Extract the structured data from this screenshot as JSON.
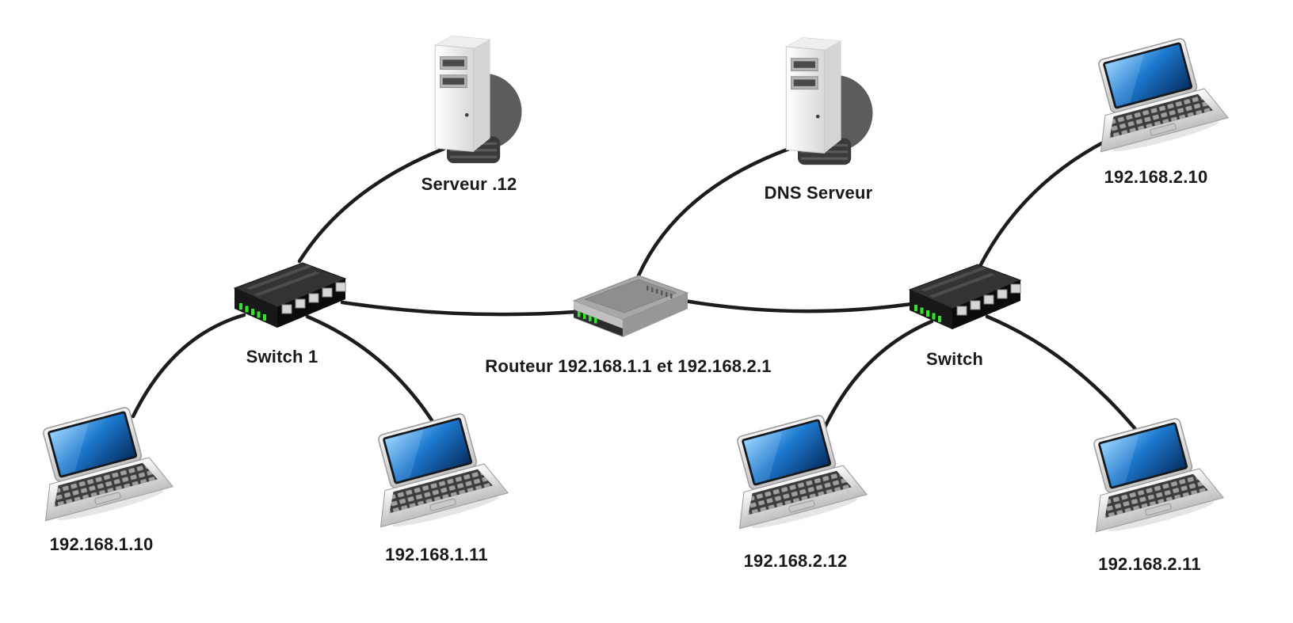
{
  "diagram": {
    "nodes": {
      "serveur12": {
        "label": "Serveur .12",
        "type": "server"
      },
      "dns": {
        "label": "DNS Serveur",
        "type": "server"
      },
      "switch1": {
        "label": "Switch 1",
        "type": "switch"
      },
      "routeur": {
        "label": "Routeur 192.168.1.1 et 192.168.2.1",
        "type": "router"
      },
      "switch2": {
        "label": "Switch",
        "type": "switch"
      },
      "pc_1_10": {
        "label": "192.168.1.10",
        "type": "laptop"
      },
      "pc_1_11": {
        "label": "192.168.1.11",
        "type": "laptop"
      },
      "pc_2_10": {
        "label": "192.168.2.10",
        "type": "laptop"
      },
      "pc_2_11": {
        "label": "192.168.2.11",
        "type": "laptop"
      },
      "pc_2_12": {
        "label": "192.168.2.12",
        "type": "laptop"
      }
    },
    "connections": [
      {
        "from": "switch1",
        "to": "serveur12"
      },
      {
        "from": "switch1",
        "to": "routeur"
      },
      {
        "from": "switch1",
        "to": "pc_1_10"
      },
      {
        "from": "switch1",
        "to": "pc_1_11"
      },
      {
        "from": "routeur",
        "to": "dns"
      },
      {
        "from": "routeur",
        "to": "switch2"
      },
      {
        "from": "switch2",
        "to": "pc_2_10"
      },
      {
        "from": "switch2",
        "to": "pc_2_12"
      },
      {
        "from": "switch2",
        "to": "pc_2_11"
      }
    ],
    "icons": {
      "server": "server-tower-icon",
      "switch": "network-switch-icon",
      "router": "router-icon",
      "laptop": "laptop-icon"
    },
    "colors": {
      "background": "#ffffff",
      "cable": "#1c1c1c",
      "label_text": "#1a1a1a",
      "screen_blue": "#1d79cf",
      "led_green": "#35e32c"
    }
  }
}
